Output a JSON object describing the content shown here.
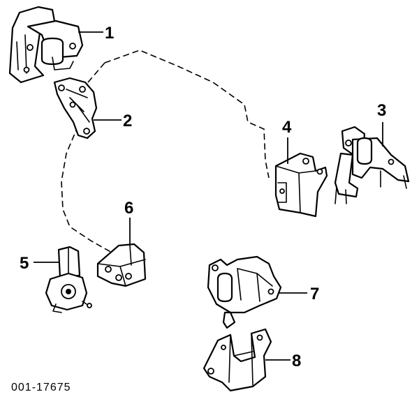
{
  "diagram": {
    "callouts": [
      "1",
      "2",
      "3",
      "4",
      "5",
      "6",
      "7",
      "8"
    ],
    "reference_code": "001-17675"
  },
  "colors": {
    "line": "#000000",
    "background": "#ffffff"
  }
}
